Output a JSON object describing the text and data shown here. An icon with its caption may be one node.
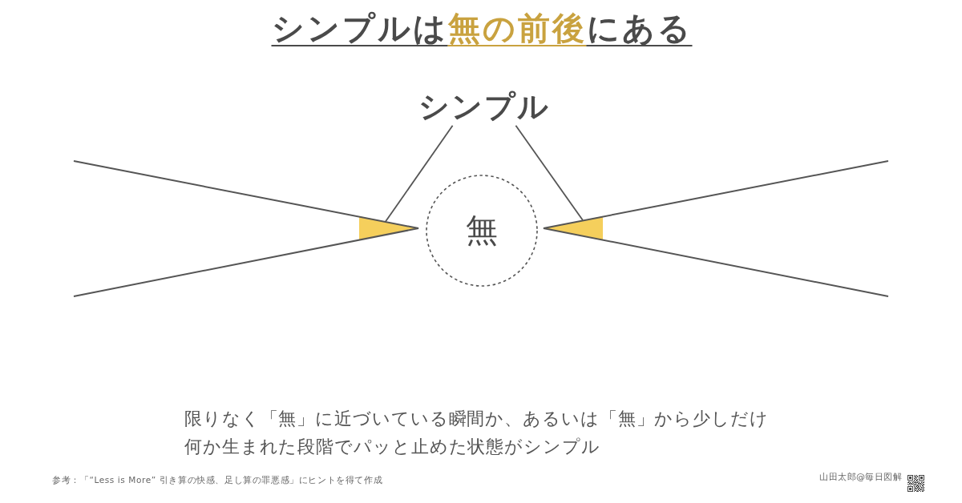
{
  "diagram": {
    "title": "シンプルは**無の前後**にある",
    "nodes": [
      {
        "text": [
          "シンプル"
        ]
      },
      {
        "text": [],
        "shape": "triangle"
      },
      {
        "text": [
          "無"
        ]
      },
      {
        "text": [],
        "shape": "triangle"
      }
    ],
    "edges": [
      {
        "from": 0,
        "to": 1,
        "arrow": "none"
      },
      {
        "from": 0,
        "to": 3,
        "arrow": "none"
      }
    ],
    "labels": [
      "限りなく「無」に近づいている瞬間か、あるいは「無」から少しだけ何か生まれた段階でパッと止めた状態がシンプル",
      "参考：「“Less is More” 引き算の快感、足し算の罪悪感」にヒントを得て作成",
      "山田太郎@毎日図解"
    ]
  }
}
